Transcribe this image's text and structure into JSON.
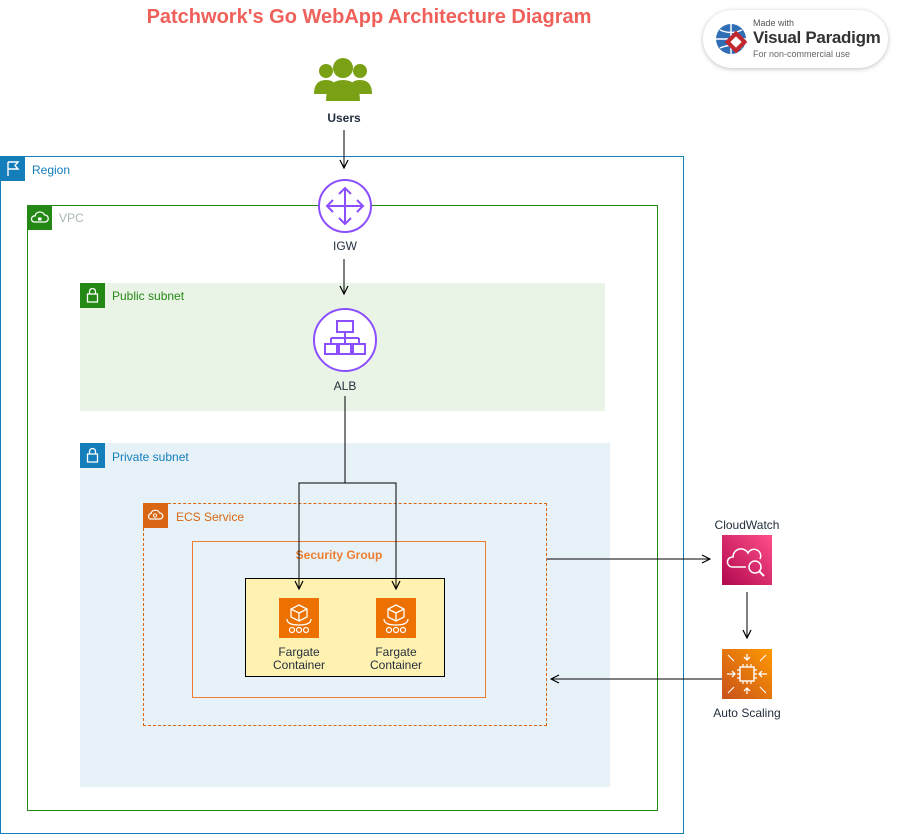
{
  "header": {
    "title": "Patchwork's Go WebApp Architecture Diagram"
  },
  "badge": {
    "made_with": "Made with",
    "brand": "Visual Paradigm",
    "usage": "For non-commercial use"
  },
  "nodes": {
    "users": "Users",
    "igw": "IGW",
    "alb": "ALB",
    "fargate1": "Fargate Container",
    "fargate2": "Fargate Container",
    "cloudwatch": "CloudWatch",
    "autoscaling": "Auto Scaling"
  },
  "groups": {
    "region": "Region",
    "vpc": "VPC",
    "public_subnet": "Public subnet",
    "private_subnet": "Private subnet",
    "ecs_service": "ECS Service",
    "security_group": "Security Group"
  },
  "colors": {
    "title": "#f0605a",
    "region": "#147eba",
    "vpc": "#248814",
    "public_subnet_fill": "#e9f3e6",
    "private_subnet_fill": "#e6f2f8",
    "ecs": "#d86613",
    "network": "#8c4fff",
    "cloudwatch": "#e7157b",
    "compute": "#ed7100",
    "fargate_box": "#fff2b0"
  }
}
